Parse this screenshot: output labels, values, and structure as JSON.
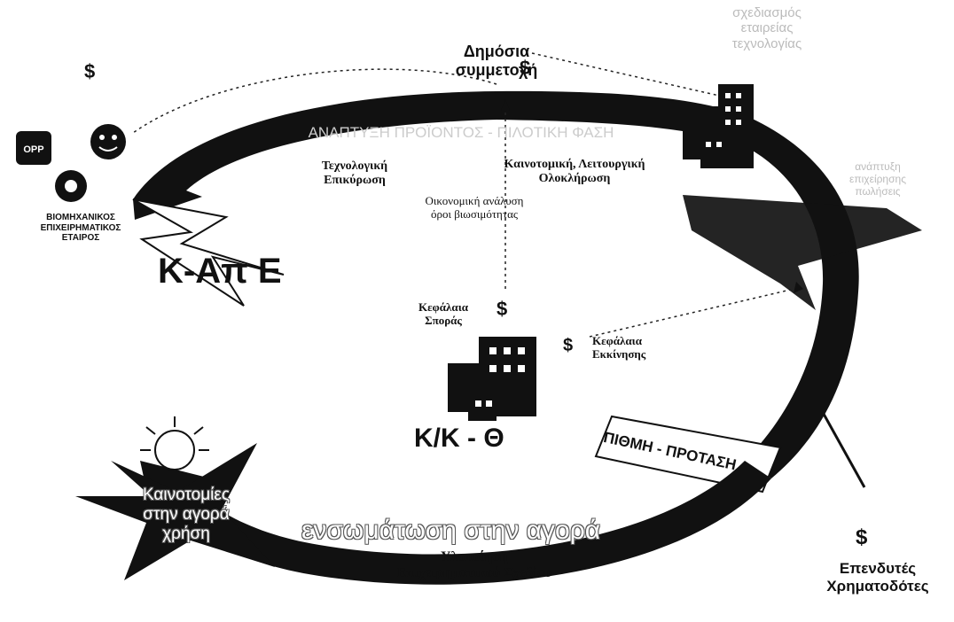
{
  "colors": {
    "arrow_fill": "#111111",
    "ink": "#111111",
    "paper": "#ffffff",
    "outline_text": "#555555"
  },
  "icons": [
    "dollar-sign-icon",
    "smiley-icon",
    "opp-logo-icon",
    "gear-person-icon",
    "building-icon",
    "lightning-bolt-icon",
    "sun-icon",
    "star-icon"
  ],
  "labels": {
    "public_participation": "Δημόσια\nσυμμετοχή",
    "tech_validation": "Τεχνολογική\nΕπικύρωση",
    "innovative_integration": "Καινοτομική, Λειτουργική\nΟλοκλήρωση",
    "economic_analysis": "Οικονομική ανάλυση\nόροι βιωσιμότητας",
    "industrial_partner": "ΒΙΟΜΗΧΑΝΙΚΟΣ\nΕΠΙΧΕΙΡΗΜΑΤΙΚΟΣ\nΕΤΑΙΡΟΣ",
    "kape": "Κ-Απ Ε",
    "seed_capital": "Κεφάλαια\nΣποράς",
    "venture_capital": "Κεφάλαια\nΕκκίνησης",
    "kk_theta": "Κ/Κ - Θ",
    "funding_proposal": "ΠΙΘΜΗ - ΠΡΟΤΑΣΗ",
    "market_entry": "ενσωμάτωση στην αγορά",
    "implementation": "Υλοποίηση\nΕπιχειρηματικού Σχεδίου",
    "investors": "Επενδυτές\nΧρηματοδότες",
    "product_to_market": "Καινοτομίες\nστην αγορά\nχρήση",
    "faint_top_right": "σχεδιασμός\nεταιρείας\nτεχνολογίας",
    "faint_arc_text": "ΑΝΑΠΤΥΞΗ ΠΡΟΪΟΝΤΟΣ - ΠΙΛΟΤΙΚΗ ΦΑΣΗ",
    "faint_right": "ανάπτυξη\nεπιχείρησης\nπωλήσεις"
  }
}
